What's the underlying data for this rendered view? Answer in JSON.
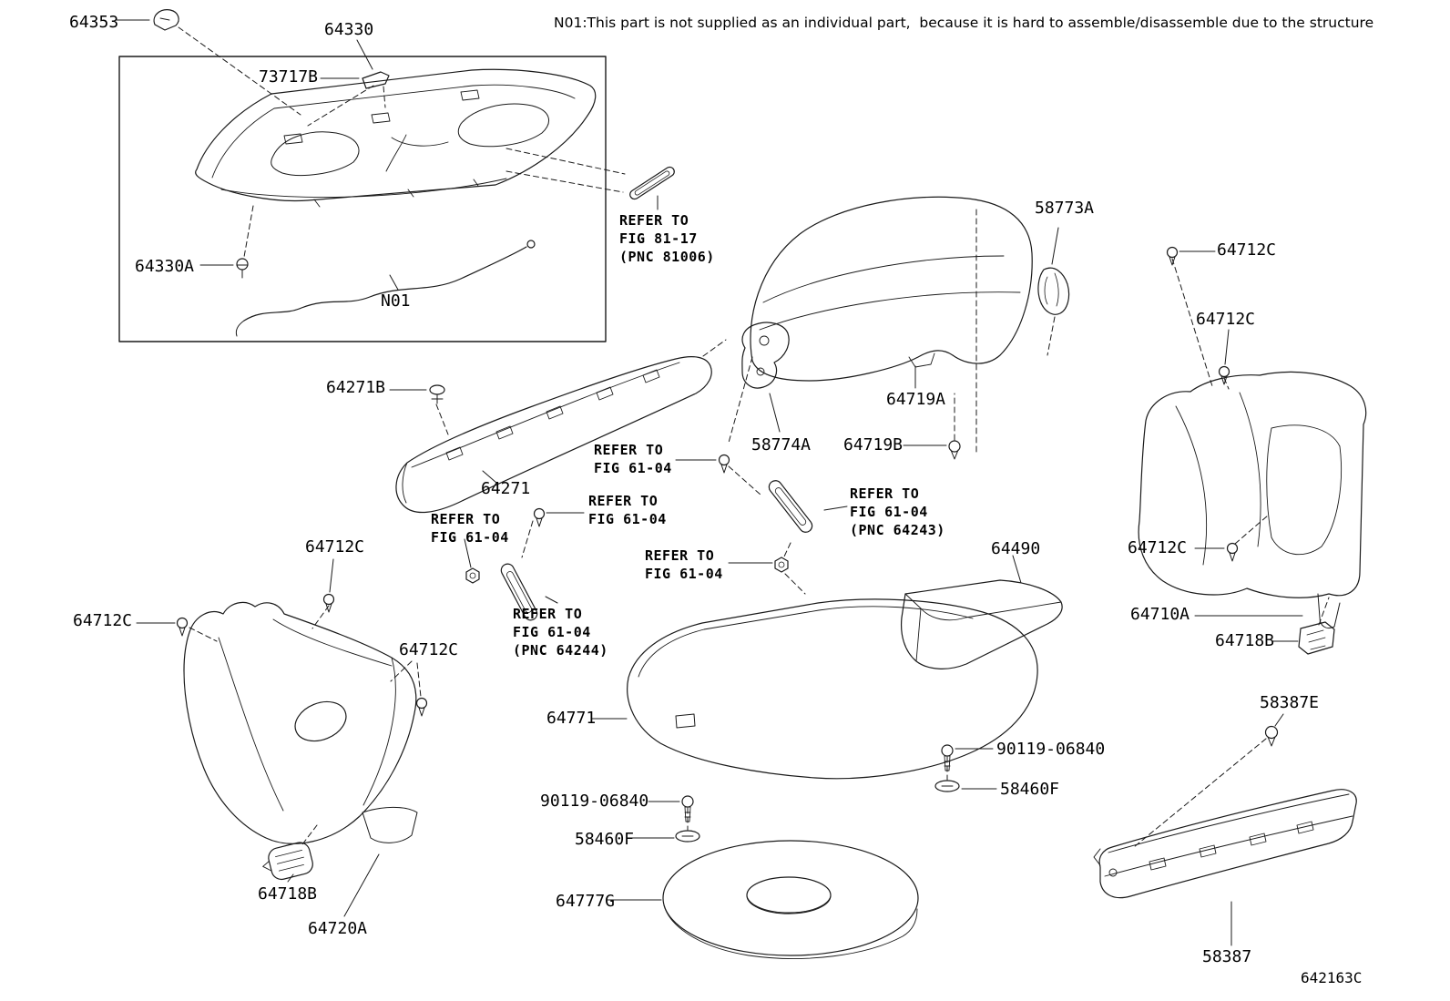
{
  "note": "N01:This part is not supplied as an individual part,  because it is hard to assemble/disassemble due to the structure",
  "figure_code": "642163C",
  "labels": [
    {
      "text": "64353"
    },
    {
      "text": "64330"
    },
    {
      "text": "73717B"
    },
    {
      "text": "64330A"
    },
    {
      "text": "N01"
    },
    {
      "text": "REFER TO\nFIG 81-17\n(PNC 81006)"
    },
    {
      "text": "58773A"
    },
    {
      "text": "64712C"
    },
    {
      "text": "64712C"
    },
    {
      "text": "64271B"
    },
    {
      "text": "64271"
    },
    {
      "text": "REFER TO\nFIG 61-04"
    },
    {
      "text": "58774A"
    },
    {
      "text": "64719B"
    },
    {
      "text": "64719A"
    },
    {
      "text": "REFER TO\nFIG 61-04"
    },
    {
      "text": "REFER TO\nFIG 61-04"
    },
    {
      "text": "REFER TO\nFIG 61-04\n(PNC 64243)"
    },
    {
      "text": "64490"
    },
    {
      "text": "64712C"
    },
    {
      "text": "REFER TO\nFIG 61-04"
    },
    {
      "text": "64712C"
    },
    {
      "text": "64712C"
    },
    {
      "text": "REFER TO\nFIG 61-04\n(PNC 64244)"
    },
    {
      "text": "64710A"
    },
    {
      "text": "64718B"
    },
    {
      "text": "64712C"
    },
    {
      "text": "58387E"
    },
    {
      "text": "64771"
    },
    {
      "text": "90119-06840"
    },
    {
      "text": "58460F"
    },
    {
      "text": "90119-06840"
    },
    {
      "text": "58460F"
    },
    {
      "text": "64777G"
    },
    {
      "text": "64718B"
    },
    {
      "text": "64720A"
    },
    {
      "text": "58387"
    }
  ]
}
